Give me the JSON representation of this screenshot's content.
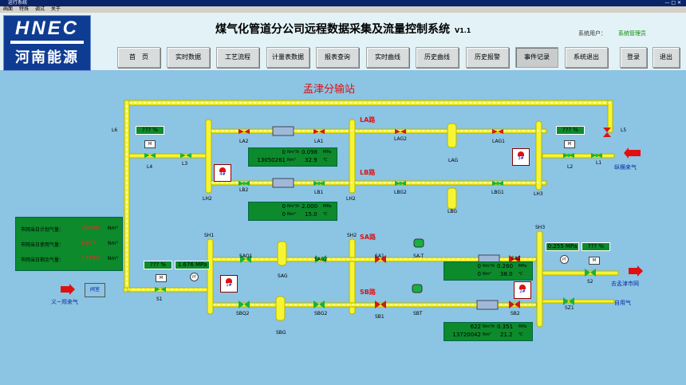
{
  "window": {
    "title": "运行系统",
    "menu": [
      "画面",
      "特殊",
      "调试",
      "关于"
    ]
  },
  "header": {
    "logo_en": "HNEC",
    "logo_zh": "河南能源",
    "app_title": "煤气化管道分公司远程数据采集及流量控制系统",
    "version": "V1.1",
    "user_label": "系统用户：",
    "user_value": "系统管理员"
  },
  "nav": [
    "首　页",
    "实时数据",
    "工艺流程",
    "计量表数据",
    "报表查询",
    "实时曲线",
    "历史曲线",
    "历史报警",
    "事件记录",
    "系统退出"
  ],
  "nav_login": "登录",
  "nav_logout": "退出",
  "station": "孟津分输站",
  "routes": {
    "LA": "LA路",
    "LB": "LB路",
    "SA": "SA路",
    "SB": "SB路"
  },
  "labels": {
    "L6": "L6",
    "L5": "L5",
    "L4": "L4",
    "L3": "L3",
    "L2": "L2",
    "L1": "L1",
    "LA2": "LA2",
    "LA1": "LA1",
    "LAG2": "LAG2",
    "LAG1": "LAG1",
    "LAG": "LAG",
    "LB2": "LB2",
    "LB1": "LB1",
    "LBG2": "LBG2",
    "LBG1": "LBG1",
    "LBG": "LBG",
    "LH2a": "LH2",
    "LH2b": "LH2",
    "LH3": "LH3",
    "SH1": "SH1",
    "SH2": "SH2",
    "SH3": "SH3",
    "SAQ1": "SAQ1",
    "SAG2": "SAG2",
    "SAG": "SAG",
    "SA1": "SA1",
    "SAT": "SA-T",
    "SA2": "SA2",
    "SBQ2": "SBQ2",
    "SBG2": "SBG2",
    "SBG": "SBG",
    "SB1": "SB1",
    "SBT": "SBT",
    "SB2": "SB2",
    "S1": "S1",
    "S2": "S2",
    "SZ1": "SZ1"
  },
  "flows": {
    "in_zongheng": "纵横来气",
    "in_yizheng": "义~郑来气",
    "gate": "阀室",
    "out_mengjin": "去孟津市网",
    "self_use": "自用气"
  },
  "meters": {
    "la": {
      "flow": "0",
      "flow_unit": "Nm³/h",
      "press": "0.098",
      "press_unit": "MPa",
      "total": "13050261",
      "total_unit": "Nm³",
      "temp": "32.9",
      "temp_unit": "℃"
    },
    "lb": {
      "flow": "0",
      "flow_unit": "Nm³/h",
      "press": "2.000",
      "press_unit": "MPa",
      "total": "0",
      "total_unit": "Nm³",
      "temp": "15.0",
      "temp_unit": "℃"
    },
    "sa": {
      "flow": "0",
      "flow_unit": "Nm³/h",
      "press": "0.260",
      "press_unit": "MPa",
      "total": "0",
      "total_unit": "Nm³",
      "temp": "38.0",
      "temp_unit": "℃"
    },
    "sb": {
      "flow": "622",
      "flow_unit": "Nm³/h",
      "press": "0.351",
      "press_unit": "MPa",
      "total": "13720042",
      "total_unit": "Nm³",
      "temp": "21.2",
      "temp_unit": "℃"
    }
  },
  "small_readouts": {
    "l4_pct": "??? %",
    "l2_pct": "??? %",
    "s1_pct": "??? %",
    "s1_mpa": "1.676 MPa",
    "sh3_mpa": "0.255 MPa",
    "s2_pct": "??? %"
  },
  "badges": {
    "b4": "4#",
    "b3": "3#",
    "b1": "1#",
    "b2": "2#"
  },
  "gauge_text": "PT",
  "mbox_text": "M",
  "left_panel": [
    {
      "label": "市网当日计划气量：",
      "value": "20000",
      "unit": "Nm³"
    },
    {
      "label": "市网当日使用气量：",
      "value": "6807",
      "unit": "Nm³"
    },
    {
      "label": "市网当日剩余气量：",
      "value": "13193",
      "unit": "Nm³"
    }
  ],
  "colors": {
    "pipe": "#f5f534",
    "pipe_edge": "#b5b500",
    "bg": "#8cc4e4",
    "panel": "#0c8a2c",
    "valve_red": "#d01818",
    "valve_green": "#18b040",
    "arrow": "#e01010"
  }
}
